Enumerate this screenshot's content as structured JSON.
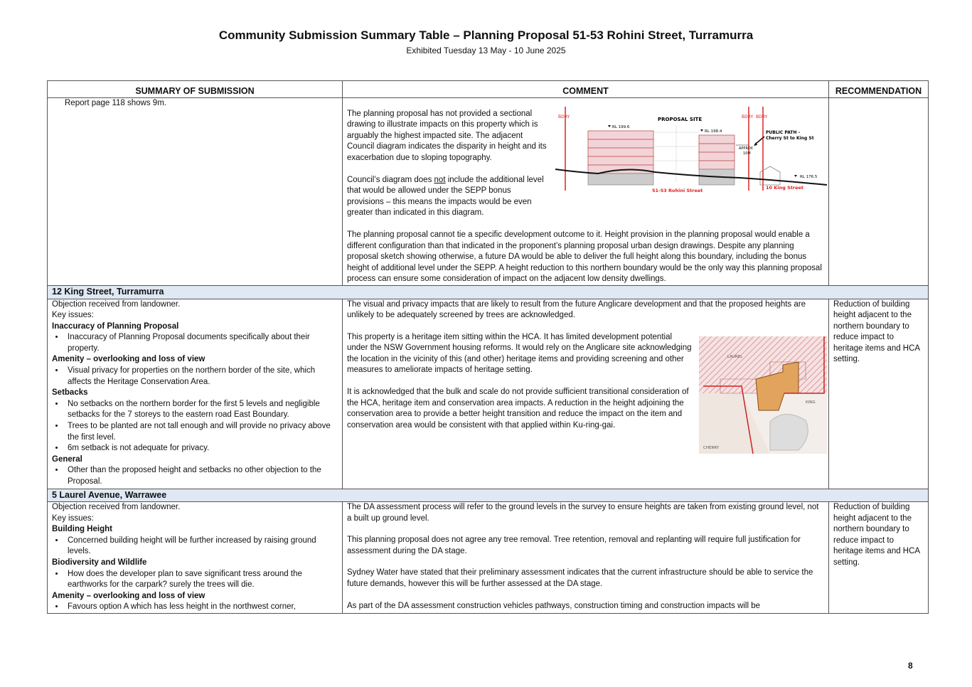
{
  "header": {
    "title": "Community Submission Summary Table – Planning Proposal 51-53 Rohini Street, Turramurra",
    "subtitle": "Exhibited Tuesday 13 May - 10 June 2025"
  },
  "table": {
    "col_summary": "SUMMARY OF SUBMISSION",
    "col_comment": "COMMENT",
    "col_recommendation": "RECOMMENDATION"
  },
  "row0": {
    "summary": "Report page 118 shows 9m.",
    "p1": "The planning proposal has not provided a sectional drawing to illustrate impacts on this property which is arguably the highest impacted site. The adjacent Council diagram indicates the disparity in height and its exacerbation due to sloping topography.",
    "p2a": "Council’s diagram does ",
    "p2u": "not",
    "p2b": " include the additional level that would be allowed under the SEPP bonus provisions – this means the impacts would be even greater than indicated in this diagram.",
    "p3": "The planning proposal cannot tie a specific development outcome to it. Height provision in the planning proposal would enable a different configuration than that indicated in the proponent’s planning proposal urban design drawings. Despite any planning proposal sketch showing otherwise, a future DA would be able to deliver the full height along this boundary, including the bonus height of additional level under the SEPP. A height reduction to this northern boundary would be the only way this planning proposal process can ensure some consideration of impact on the adjacent low density dwellings.",
    "diagram": {
      "proposal_site": "PROPOSAL SITE",
      "rl1": "RL 199.6",
      "rl2": "RL 198.4",
      "rl3": "RL 176.5",
      "path1": "PUBLIC PATH -",
      "path2": "Cherry St to King St",
      "approx": "APPROX",
      "approx_val": "10M",
      "site_label": "51-53 Rohini Street",
      "king_label": "10 King Street",
      "boundary": "BDRY"
    }
  },
  "sec1": {
    "title": "12 King Street, Turramurra"
  },
  "row1": {
    "intro1": "Objection received from landowner.",
    "intro2": "Key issues:",
    "h1": "Inaccuracy of Planning Proposal",
    "b1": "Inaccuracy of Planning Proposal documents specifically about their property.",
    "h2": "Amenity – overlooking and loss of view",
    "b2": "Visual privacy for properties on the northern border of the site, which affects the Heritage Conservation Area.",
    "h3": "Setbacks",
    "b3": "No setbacks on the northern border for the first 5 levels and negligible setbacks for the 7 storeys to the eastern road East Boundary.",
    "b4": "Trees to be planted are not tall enough and will provide no privacy above the first level.",
    "b5": "6m setback is not adequate for privacy.",
    "h4": "General",
    "b6": "Other than the proposed height and setbacks no other objection to the Proposal.",
    "c1": "The visual and privacy impacts that are likely to result from the future Anglicare development and that the proposed heights are unlikely to be adequately screened by trees are acknowledged.",
    "c2": "This property is a heritage item sitting within the HCA. It has limited development potential under the NSW Government housing reforms. It would rely on the Anglicare site acknowledging the location in the vicinity of this (and other) heritage items and providing screening and other measures to ameliorate impacts of heritage setting.",
    "c3": "It is acknowledged that the bulk and scale do not provide sufficient transitional consideration of the HCA, heritage item and conservation area impacts. A reduction in the height adjoining the conservation area to provide a better height transition and reduce the impact on the item and conservation area would be consistent with that applied within Ku-ring-gai.",
    "rec": "Reduction of building height adjacent to the northern boundary to reduce impact to heritage items and HCA setting.",
    "map": {
      "laurel": "LAUREL",
      "king": "KING",
      "cherry": "CHERRY"
    }
  },
  "sec2": {
    "title": "5 Laurel Avenue, Warrawee"
  },
  "row2": {
    "intro1": "Objection received from landowner.",
    "intro2": "Key issues:",
    "h1": "Building Height",
    "b1": "Concerned building height will be further increased by raising ground levels.",
    "h2": "Biodiversity and Wildlife",
    "b2": "How does the developer plan to save significant tress around the earthworks for the carpark? surely the trees will die.",
    "h3": "Amenity – overlooking and loss of view",
    "b3": "Favours option A which has less height in the northwest corner,",
    "c1": "The DA assessment process will refer to the ground levels in the survey to ensure heights are taken from existing ground level, not a built up ground level.",
    "c2": "This planning proposal does not agree any tree removal. Tree retention, removal and replanting will require full justification for assessment during the DA stage.",
    "c3": "Sydney Water have stated that their preliminary assessment indicates that the current infrastructure should be able to service the future demands, however this will be further assessed at the DA stage.",
    "c4": "As part of the DA assessment construction vehicles pathways, construction timing and construction impacts will be",
    "rec": "Reduction of building height adjacent to the northern boundary to reduce impact to heritage items and HCA setting."
  },
  "footer": {
    "page": "8"
  }
}
